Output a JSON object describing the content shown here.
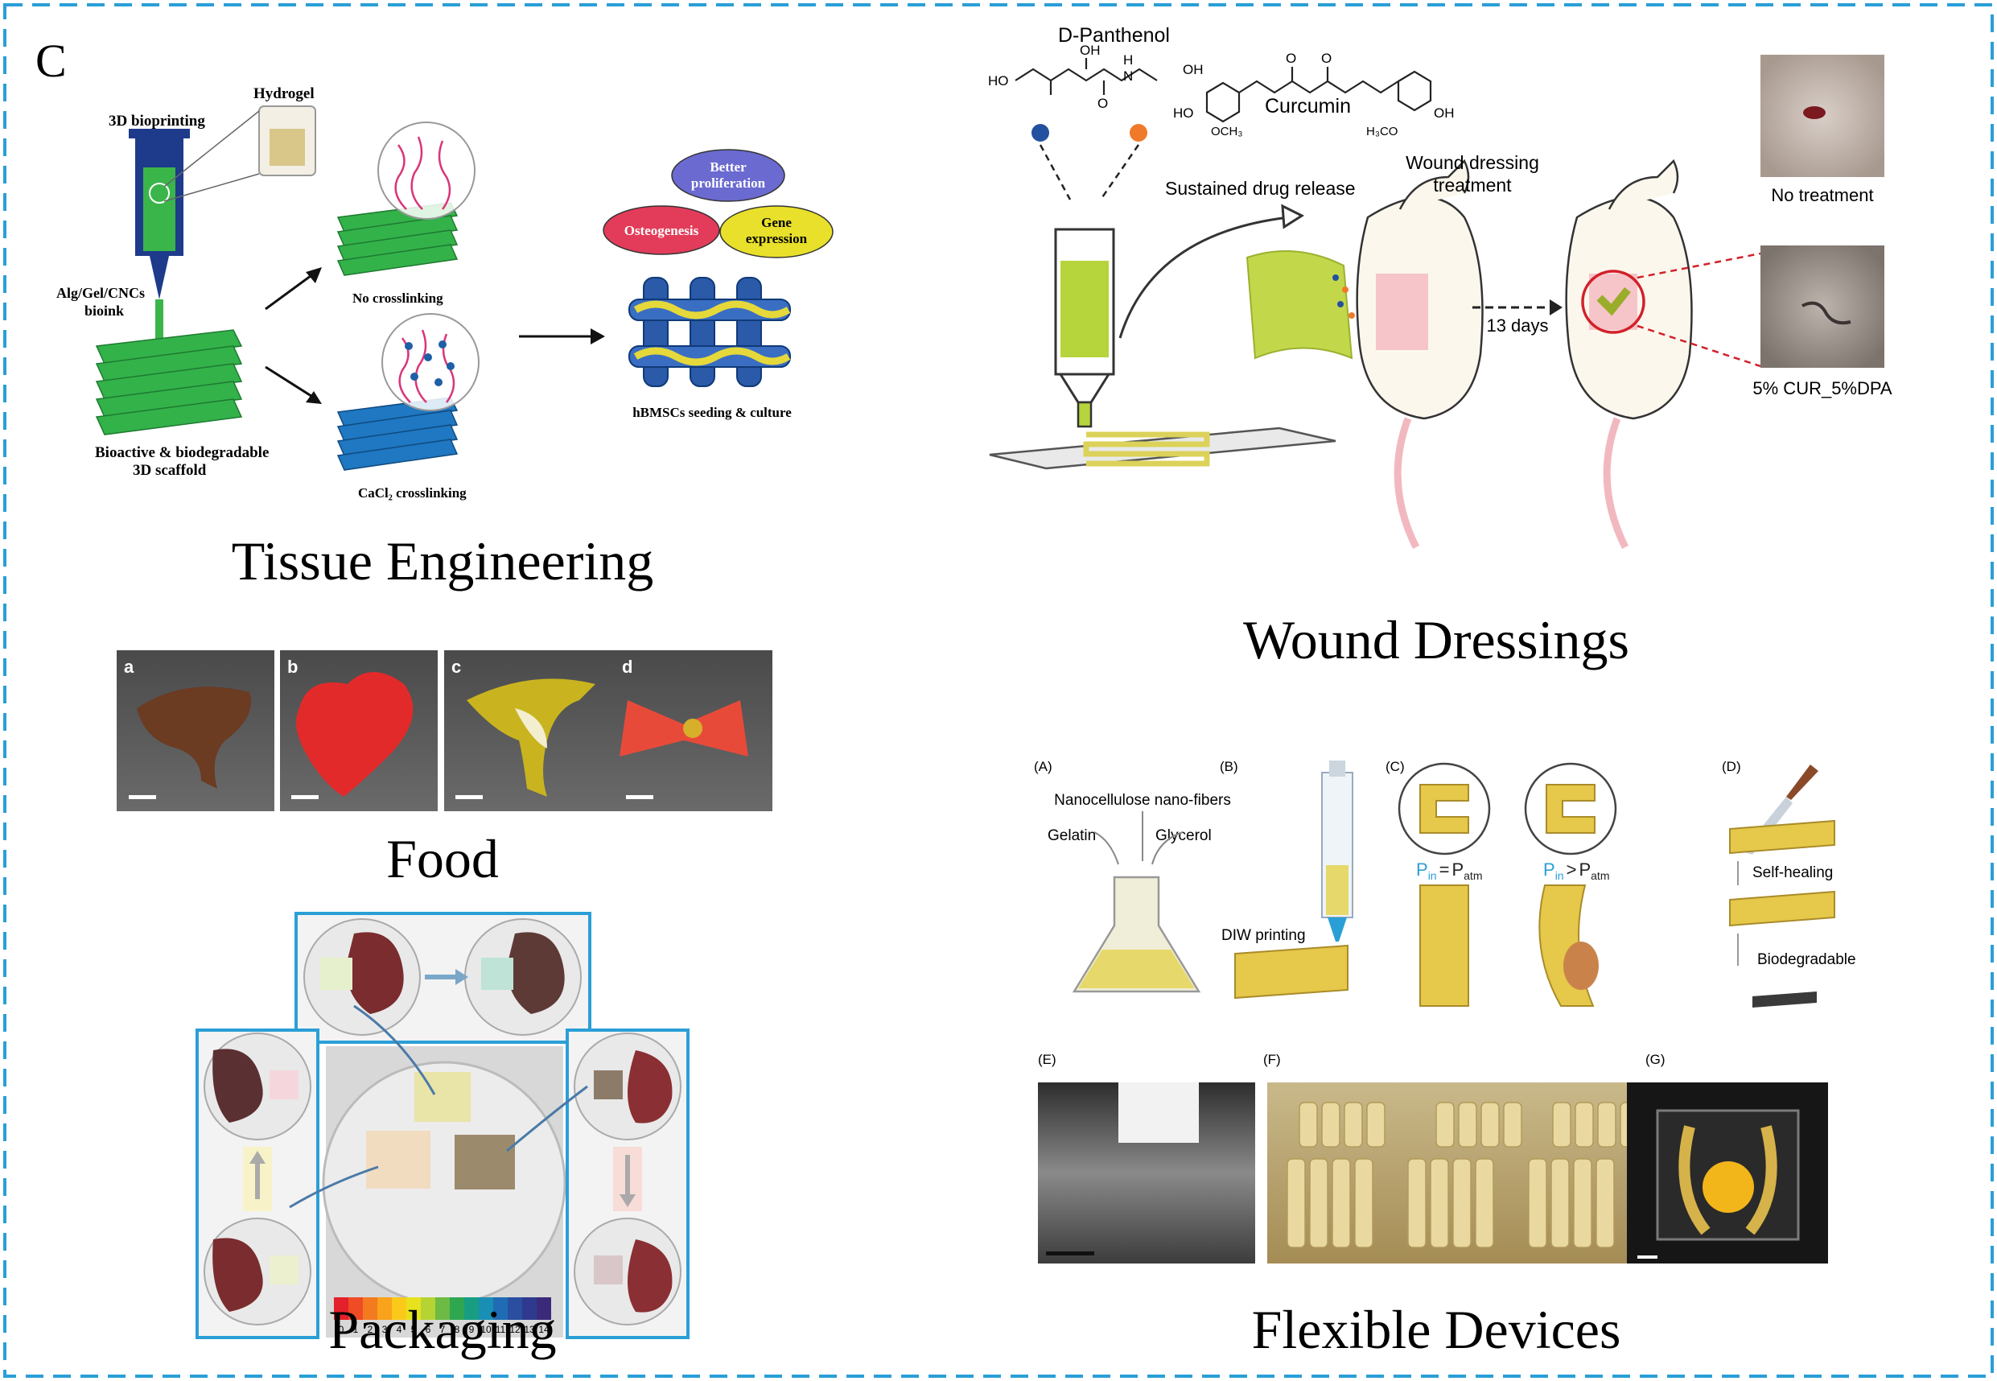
{
  "panel_letter": "C",
  "sections": {
    "tissue": "Tissue Engineering",
    "wound": "Wound Dressings",
    "food": "Food",
    "packaging": "Packaging",
    "flexible": "Flexible Devices"
  },
  "tissue": {
    "bioprinting": "3D bioprinting",
    "hydrogel": "Hydrogel",
    "bioink_line1": "Alg/Gel/CNCs",
    "bioink_line2": "bioink",
    "scaffold_line1": "Bioactive & biodegradable",
    "scaffold_line2": "3D scaffold",
    "no_crosslinking": "No crosslinking",
    "cacl2": "CaCl₂ crosslinking",
    "better_line1": "Better",
    "better_line2": "proliferation",
    "osteogenesis": "Osteogenesis",
    "gene_line1": "Gene",
    "gene_line2": "expression",
    "seeding": "hBMSCs seeding & culture"
  },
  "wound": {
    "dpanthenol": "D-Panthenol",
    "curcumin": "Curcumin",
    "sustained": "Sustained drug release",
    "treatment_line1": "Wound dressing",
    "treatment_line2": "treatment",
    "days": "13 days",
    "no_treatment": "No treatment",
    "cur_dpa": "5% CUR_5%DPA",
    "chem": {
      "ho": "HO",
      "oh": "OH",
      "n": "N",
      "h": "H",
      "o": "O",
      "och3": "OCH₃",
      "h3co": "H₃CO"
    }
  },
  "food": {
    "labels": [
      "a",
      "b",
      "c",
      "d"
    ]
  },
  "packaging": {
    "ph_scale": [
      "0",
      "1",
      "2",
      "3",
      "4",
      "5",
      "6",
      "7",
      "8",
      "9",
      "10",
      "11",
      "12",
      "13",
      "14"
    ],
    "ph_colors": [
      "#e4202a",
      "#ef4b24",
      "#f47a20",
      "#f9a21c",
      "#fbc919",
      "#e7e21d",
      "#b6d334",
      "#6dbb45",
      "#2fa751",
      "#189d83",
      "#1a8fb6",
      "#1f6cb4",
      "#2a4ea0",
      "#2f3a8f",
      "#3b2a7a"
    ]
  },
  "flexible": {
    "a": "(A)",
    "b": "(B)",
    "c": "(C)",
    "d": "(D)",
    "e": "(E)",
    "f": "(F)",
    "g": "(G)",
    "nanofibers": "Nanocellulose nano-fibers",
    "gelatin": "Gelatin",
    "glycerol": "Glycerol",
    "diw": "DIW printing",
    "pin": "P",
    "in": "in",
    "eq": "=",
    "gt": ">",
    "patm": "P",
    "atm": "atm",
    "self_healing": "Self-healing",
    "biodegradable": "Biodegradable"
  },
  "colors": {
    "border": "#2a9fd6",
    "green": "#33b24a",
    "blue": "#1f78c1",
    "yellow": "#e6cf3c",
    "rat_pink": "#f2b8c0"
  }
}
